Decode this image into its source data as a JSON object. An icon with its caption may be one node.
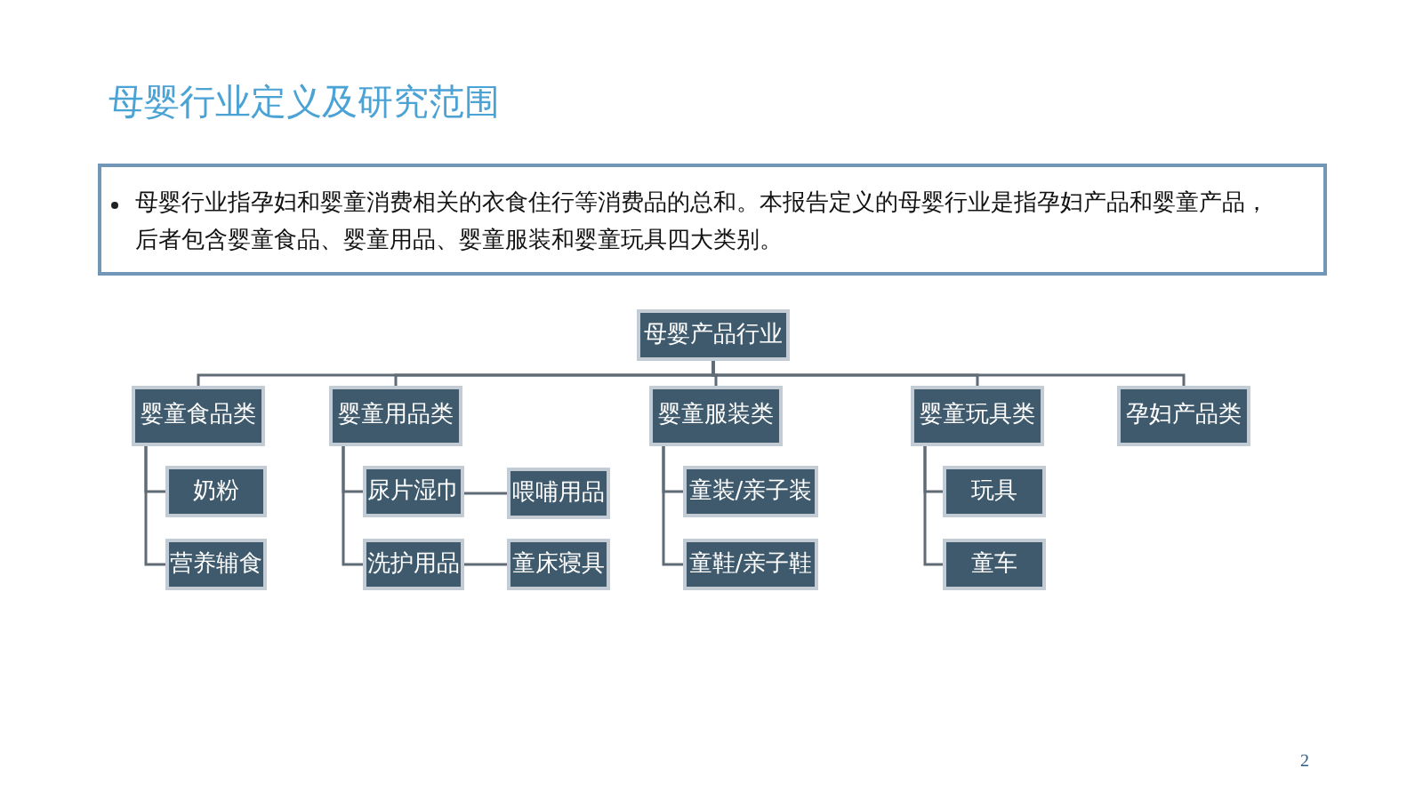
{
  "diagram": {
    "title": "母婴行业定义及研究范围",
    "nodes": [
      {
        "text": [
          "母婴行业指孕妇和婴童消费相关的衣食住行等消费品的总和。本报告定义的母婴行业是指孕妇产品和婴童产品，后者包含婴童食品、婴童用品、婴童服装和婴童玩具四大类别。"
        ]
      },
      {
        "text": [
          "母婴产品行业"
        ]
      },
      {
        "text": [
          "婴童食品类"
        ]
      },
      {
        "text": [
          "婴童用品类"
        ]
      },
      {
        "text": [
          "婴童服装类"
        ]
      },
      {
        "text": [
          "婴童玩具类"
        ]
      },
      {
        "text": [
          "孕妇产品类"
        ]
      },
      {
        "text": [
          "奶粉"
        ]
      },
      {
        "text": [
          "营养辅食"
        ]
      },
      {
        "text": [
          "尿片湿巾"
        ]
      },
      {
        "text": [
          "喂哺用品"
        ]
      },
      {
        "text": [
          "洗护用品"
        ]
      },
      {
        "text": [
          "童床寝具"
        ]
      },
      {
        "text": [
          "童装/亲子装"
        ]
      },
      {
        "text": [
          "童鞋/亲子鞋"
        ]
      },
      {
        "text": [
          "玩具"
        ]
      },
      {
        "text": [
          "童车"
        ]
      }
    ],
    "edges": [
      {
        "from": 1,
        "to": 2,
        "arrow": "none"
      },
      {
        "from": 1,
        "to": 3,
        "arrow": "none"
      },
      {
        "from": 1,
        "to": 4,
        "arrow": "none"
      },
      {
        "from": 1,
        "to": 5,
        "arrow": "none"
      },
      {
        "from": 1,
        "to": 6,
        "arrow": "none"
      },
      {
        "from": 2,
        "to": 7,
        "arrow": "none"
      },
      {
        "from": 2,
        "to": 8,
        "arrow": "none"
      },
      {
        "from": 3,
        "to": 9,
        "arrow": "none"
      },
      {
        "from": 3,
        "to": 11,
        "arrow": "none"
      },
      {
        "from": 9,
        "to": 10,
        "arrow": "none"
      },
      {
        "from": 11,
        "to": 12,
        "arrow": "none"
      },
      {
        "from": 4,
        "to": 13,
        "arrow": "none"
      },
      {
        "from": 4,
        "to": 14,
        "arrow": "none"
      },
      {
        "from": 5,
        "to": 15,
        "arrow": "none"
      },
      {
        "from": 5,
        "to": 16,
        "arrow": "none"
      }
    ],
    "labels": [
      "2"
    ]
  }
}
